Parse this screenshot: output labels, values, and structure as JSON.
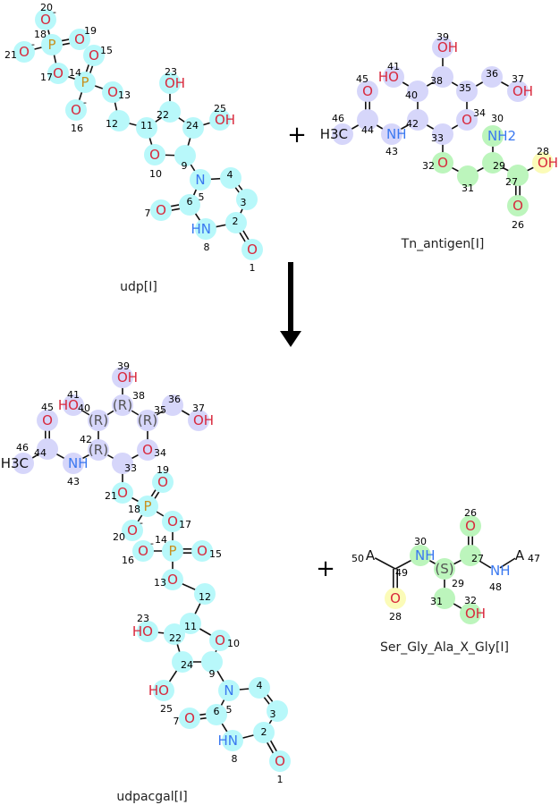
{
  "colors": {
    "highlight": {
      "c": "#b8f8fa",
      "l": "#d6d6fa",
      "g": "#bcf5bc",
      "y": "#fbfbb8"
    },
    "element": {
      "O": "#d8283c",
      "N": "#3a78f0",
      "P": "#c8901e",
      "C": "#111111",
      "A": "#111111",
      "H": "#111111"
    },
    "bond": "#111111"
  },
  "operators": {
    "plus_top": "+",
    "plus_bottom": "+"
  },
  "reaction_arrow": "down-arrow",
  "molecules": [
    {
      "key": "udp",
      "name": "udp[I]",
      "atoms": [
        {
          "n": "20",
          "t": "O",
          "c": "-",
          "h": "c"
        },
        {
          "n": "18",
          "t": "P",
          "h": "c"
        },
        {
          "n": "19",
          "t": "O",
          "h": "c"
        },
        {
          "n": "15",
          "t": "O",
          "h": "c"
        },
        {
          "n": "21",
          "t": "O",
          "c": "-",
          "h": "c"
        },
        {
          "n": "17",
          "t": "O",
          "h": "c"
        },
        {
          "n": "14",
          "t": "P",
          "h": "c"
        },
        {
          "n": "16",
          "t": "O",
          "c": "-",
          "h": "c"
        },
        {
          "n": "13",
          "t": "O",
          "h": "c"
        },
        {
          "n": "12",
          "t": "",
          "h": "c"
        },
        {
          "n": "11",
          "t": "",
          "h": "c"
        },
        {
          "n": "22",
          "t": "",
          "h": "c"
        },
        {
          "n": "23",
          "t": "OH",
          "h": "c"
        },
        {
          "n": "24",
          "t": "",
          "h": "c"
        },
        {
          "n": "25",
          "t": "OH",
          "h": "c"
        },
        {
          "n": "10",
          "t": "O",
          "h": "c"
        },
        {
          "n": "9",
          "t": "",
          "h": "c"
        },
        {
          "n": "5",
          "t": "N",
          "h": "c"
        },
        {
          "n": "4",
          "t": "",
          "h": "c"
        },
        {
          "n": "3",
          "t": "",
          "h": "c"
        },
        {
          "n": "6",
          "t": "",
          "h": "c"
        },
        {
          "n": "7",
          "t": "O",
          "h": "c"
        },
        {
          "n": "8",
          "t": "HN",
          "h": "c"
        },
        {
          "n": "2",
          "t": "",
          "h": "c"
        },
        {
          "n": "1",
          "t": "O",
          "h": "c"
        }
      ]
    },
    {
      "key": "tn",
      "name": "Tn_antigen[I]",
      "atoms": [
        {
          "n": "39",
          "t": "OH",
          "h": "l"
        },
        {
          "n": "41",
          "t": "HO",
          "h": "l"
        },
        {
          "n": "38",
          "t": "",
          "h": "l"
        },
        {
          "n": "45",
          "t": "O",
          "h": "l"
        },
        {
          "n": "40",
          "t": "",
          "h": "l"
        },
        {
          "n": "35",
          "t": "",
          "h": "l"
        },
        {
          "n": "36",
          "t": "",
          "h": "l"
        },
        {
          "n": "37",
          "t": "OH",
          "h": "l"
        },
        {
          "n": "42",
          "t": "",
          "h": "l"
        },
        {
          "n": "34",
          "t": "O",
          "h": "l"
        },
        {
          "n": "46",
          "t": "H3C",
          "h": "l"
        },
        {
          "n": "44",
          "t": "",
          "h": "l"
        },
        {
          "n": "43",
          "t": "NH",
          "h": "l"
        },
        {
          "n": "33",
          "t": "",
          "h": "l"
        },
        {
          "n": "30",
          "t": "NH2",
          "h": "g"
        },
        {
          "n": "32",
          "t": "O",
          "h": "g"
        },
        {
          "n": "31",
          "t": "",
          "h": "g"
        },
        {
          "n": "29",
          "t": "",
          "h": "g"
        },
        {
          "n": "27",
          "t": "",
          "h": "g"
        },
        {
          "n": "28",
          "t": "OH",
          "h": "y"
        },
        {
          "n": "26",
          "t": "O",
          "h": "g"
        }
      ]
    },
    {
      "key": "udpacgal",
      "name": "udpacgal[I]",
      "atoms": [
        {
          "n": "39",
          "t": "OH",
          "h": "l"
        },
        {
          "n": "41",
          "t": "HO",
          "h": "l"
        },
        {
          "n": "38",
          "t": "(R)",
          "h": "l"
        },
        {
          "n": "45",
          "t": "O",
          "h": "l"
        },
        {
          "n": "40",
          "t": "(R)",
          "h": "l"
        },
        {
          "n": "35",
          "t": "(R)",
          "h": "l"
        },
        {
          "n": "36",
          "t": "",
          "h": "l"
        },
        {
          "n": "37",
          "t": "OH",
          "h": "l"
        },
        {
          "n": "46",
          "t": "H3C",
          "h": "l"
        },
        {
          "n": "44",
          "t": "",
          "h": "l"
        },
        {
          "n": "43",
          "t": "NH",
          "h": "l"
        },
        {
          "n": "42",
          "t": "(R)",
          "h": "l"
        },
        {
          "n": "33",
          "t": "",
          "h": "l"
        },
        {
          "n": "34",
          "t": "O",
          "h": "l"
        },
        {
          "n": "21",
          "t": "O",
          "h": "c"
        },
        {
          "n": "19",
          "t": "O",
          "h": "c"
        },
        {
          "n": "18",
          "t": "P",
          "h": "c"
        },
        {
          "n": "17",
          "t": "O",
          "h": "c"
        },
        {
          "n": "20",
          "t": "O",
          "c": "-",
          "h": "c"
        },
        {
          "n": "16",
          "t": "O",
          "c": "-",
          "h": "c"
        },
        {
          "n": "14",
          "t": "P",
          "h": "c"
        },
        {
          "n": "15",
          "t": "O",
          "h": "c"
        },
        {
          "n": "13",
          "t": "O",
          "h": "c"
        },
        {
          "n": "12",
          "t": "",
          "h": "c"
        },
        {
          "n": "11",
          "t": "",
          "h": "c"
        },
        {
          "n": "10",
          "t": "O",
          "h": "c"
        },
        {
          "n": "22",
          "t": "",
          "h": "c"
        },
        {
          "n": "23",
          "t": "HO",
          "h": "c"
        },
        {
          "n": "24",
          "t": "",
          "h": "c"
        },
        {
          "n": "25",
          "t": "HO",
          "h": "c"
        },
        {
          "n": "9",
          "t": "",
          "h": "c"
        },
        {
          "n": "5",
          "t": "N",
          "h": "c"
        },
        {
          "n": "4",
          "t": "",
          "h": "c"
        },
        {
          "n": "3",
          "t": "",
          "h": "c"
        },
        {
          "n": "6",
          "t": "",
          "h": "c"
        },
        {
          "n": "7",
          "t": "O",
          "h": "c"
        },
        {
          "n": "8",
          "t": "HN",
          "h": "c"
        },
        {
          "n": "2",
          "t": "",
          "h": "c"
        },
        {
          "n": "1",
          "t": "O",
          "h": "c"
        }
      ]
    },
    {
      "key": "ser",
      "name": "Ser_Gly_Ala_X_Gly[I]",
      "atoms": [
        {
          "n": "50",
          "t": "A",
          "h": ""
        },
        {
          "n": "49",
          "t": "",
          "h": ""
        },
        {
          "n": "28",
          "t": "O",
          "h": "y"
        },
        {
          "n": "30",
          "t": "NH",
          "h": "g"
        },
        {
          "n": "29",
          "t": "(S)",
          "h": "g"
        },
        {
          "n": "27",
          "t": "",
          "h": "g"
        },
        {
          "n": "26",
          "t": "O",
          "h": "g"
        },
        {
          "n": "48",
          "t": "NH",
          "h": ""
        },
        {
          "n": "47",
          "t": "A",
          "h": ""
        },
        {
          "n": "31",
          "t": "",
          "h": "g"
        },
        {
          "n": "32",
          "t": "OH",
          "h": "g"
        }
      ]
    }
  ]
}
